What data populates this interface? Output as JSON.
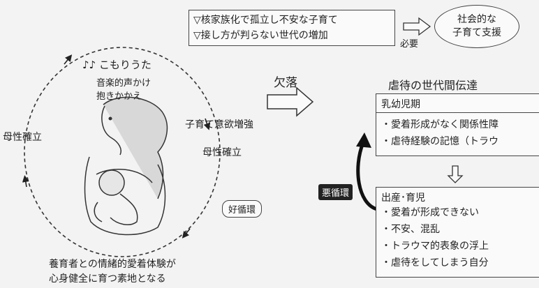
{
  "top_box": {
    "lines": [
      "▽核家族化で孤立し不安な子育て",
      "▽接し方が判らない世代の増加"
    ]
  },
  "need_label": "必要",
  "social_support": [
    "社会的な",
    "子育て支援"
  ],
  "lullaby": "♪♪ こもりうた",
  "musical_voice": "音楽的声かけ",
  "holding": "抱きかかえ",
  "parenting_motivation": "子育て意欲増強",
  "maternity_left": "母性確立",
  "maternity_right": "母性確立",
  "virtuous_cycle": "好循環",
  "bottom_caption": [
    "養育者との情緒的愛着体験が",
    "心身健全に育つ素地となる"
  ],
  "lack_label": "欠落",
  "intergen_title": "虐待の世代間伝達",
  "infancy": {
    "title": "乳幼児期",
    "items": [
      "・愛着形成がなく関係性障",
      "・虐待経験の記憶（トラウ"
    ]
  },
  "vicious_cycle": "悪循環",
  "birth_childcare": {
    "title": "出産･育児",
    "items": [
      "・愛着が形成できない",
      "・不安、混乱",
      "・トラウマ的表象の浮上",
      "・虐待をしてしまう自分"
    ]
  }
}
